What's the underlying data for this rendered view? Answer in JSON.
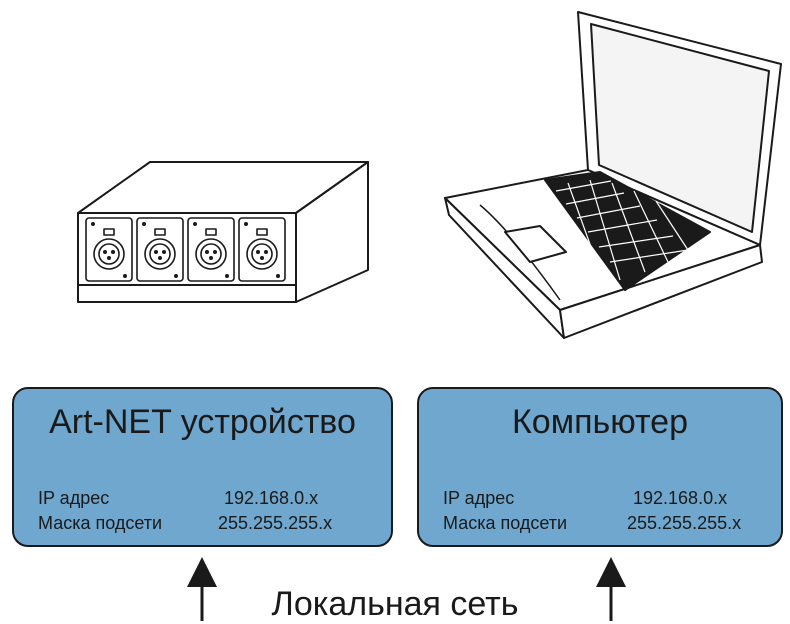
{
  "devices": [
    {
      "title": "Art-NET устройство",
      "rows": [
        {
          "label": "IP адрес",
          "value": "192.168.0.x"
        },
        {
          "label": "Маска подсети",
          "value": "255.255.255.x"
        }
      ]
    },
    {
      "title": "Компьютер",
      "rows": [
        {
          "label": "IP адрес",
          "value": "192.168.0.x"
        },
        {
          "label": "Маска подсети",
          "value": "255.255.255.x"
        }
      ]
    }
  ],
  "network_label": "Локальная сеть",
  "colors": {
    "box_fill": "#6fa7cf",
    "outline": "#1a1a1a"
  },
  "icons": [
    "artnet-dmx-node-icon",
    "laptop-icon"
  ]
}
